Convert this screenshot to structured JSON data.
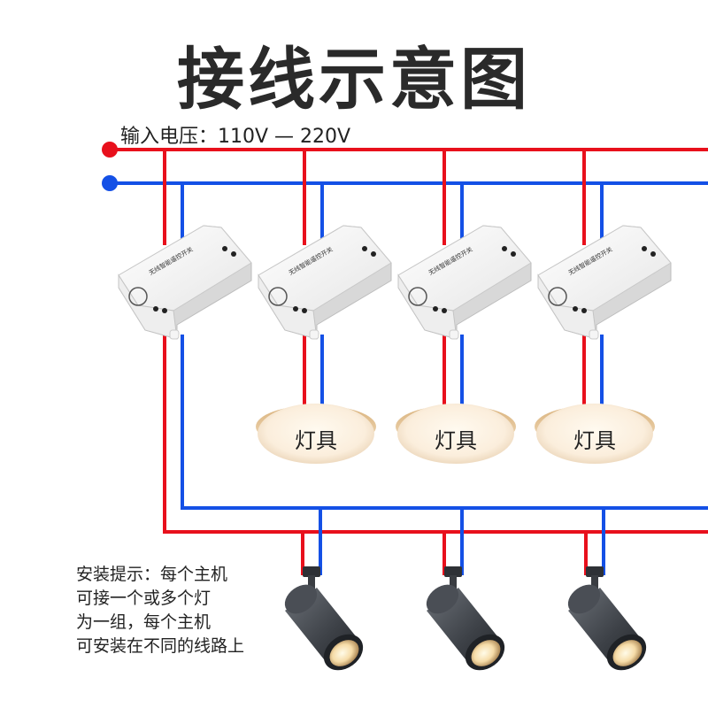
{
  "title": "接线示意图",
  "input_voltage": "输入电压：110V — 220V",
  "lamp_label": "灯具",
  "module_label": "无线智能遥控开关",
  "install_tip": [
    "安装提示：每个主机",
    "可接一个或多个灯",
    "为一组，每个主机",
    "可安装在不同的线路上"
  ],
  "colors": {
    "live": "#e8101c",
    "neutral": "#1450e6"
  }
}
